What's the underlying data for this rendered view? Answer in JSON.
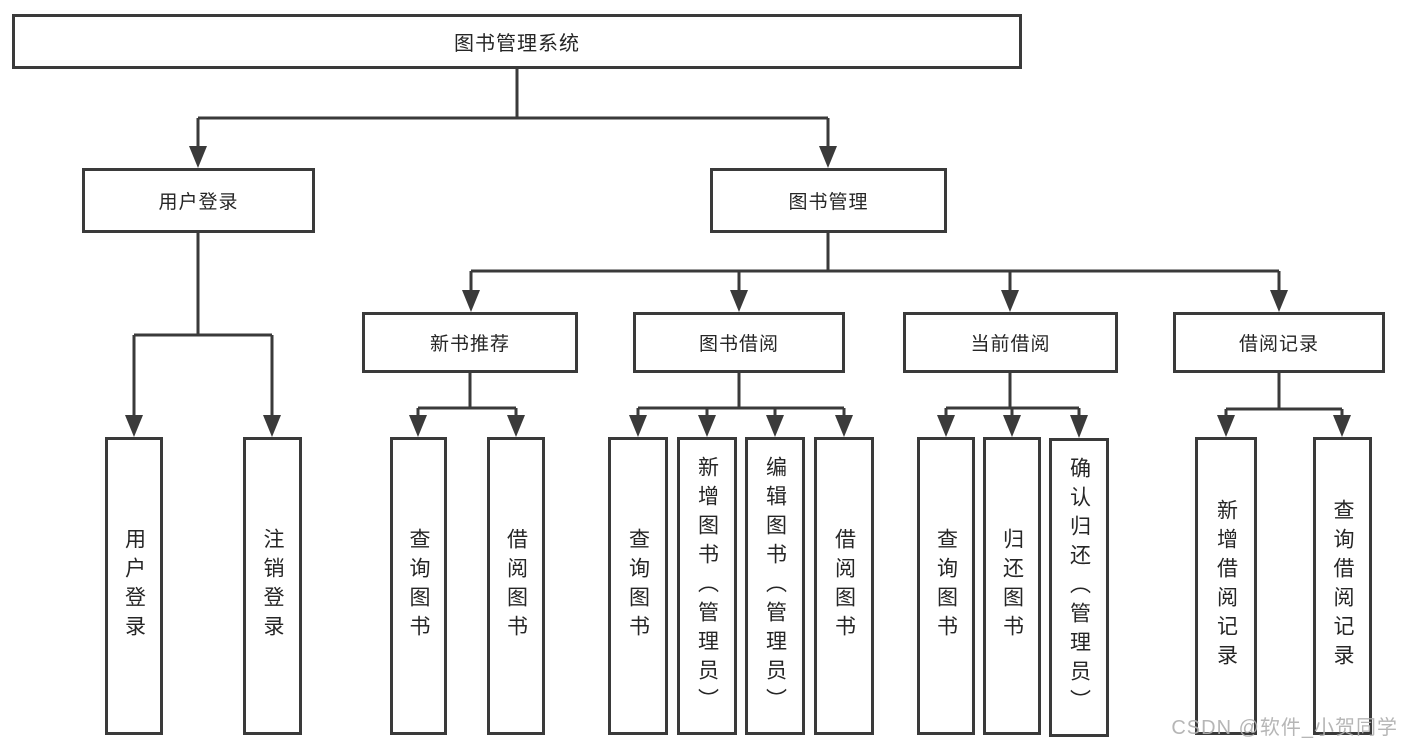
{
  "diagram": {
    "root": {
      "label": "图书管理系统"
    },
    "level2": {
      "user_login": {
        "label": "用户登录"
      },
      "book_mgmt": {
        "label": "图书管理"
      }
    },
    "user_login_children": {
      "login": {
        "label": "用户登录"
      },
      "logout": {
        "label": "注销登录"
      }
    },
    "level3": {
      "new_books": {
        "label": "新书推荐"
      },
      "book_borrow": {
        "label": "图书借阅"
      },
      "current_borrow": {
        "label": "当前借阅"
      },
      "borrow_records": {
        "label": "借阅记录"
      }
    },
    "new_books_children": {
      "query_books": {
        "label": "查询图书"
      },
      "borrow_books": {
        "label": "借阅图书"
      }
    },
    "book_borrow_children": {
      "query_books": {
        "label": "查询图书"
      },
      "add_books": {
        "label": "新增图书（管理员）"
      },
      "edit_books": {
        "label": "编辑图书（管理员）"
      },
      "borrow_books": {
        "label": "借阅图书"
      }
    },
    "current_borrow_children": {
      "query_books": {
        "label": "查询图书"
      },
      "return_books": {
        "label": "归还图书"
      },
      "confirm_return": {
        "label": "确认归还（管理员）"
      }
    },
    "borrow_records_children": {
      "add_record": {
        "label": "新增借阅记录"
      },
      "query_record": {
        "label": "查询借阅记录"
      }
    }
  },
  "colors": {
    "line": "#3a3a3a",
    "text": "#262626",
    "watermark": "#b0b0b0",
    "background": "#ffffff"
  },
  "watermark": {
    "text": "CSDN @软件_小贺同学"
  }
}
